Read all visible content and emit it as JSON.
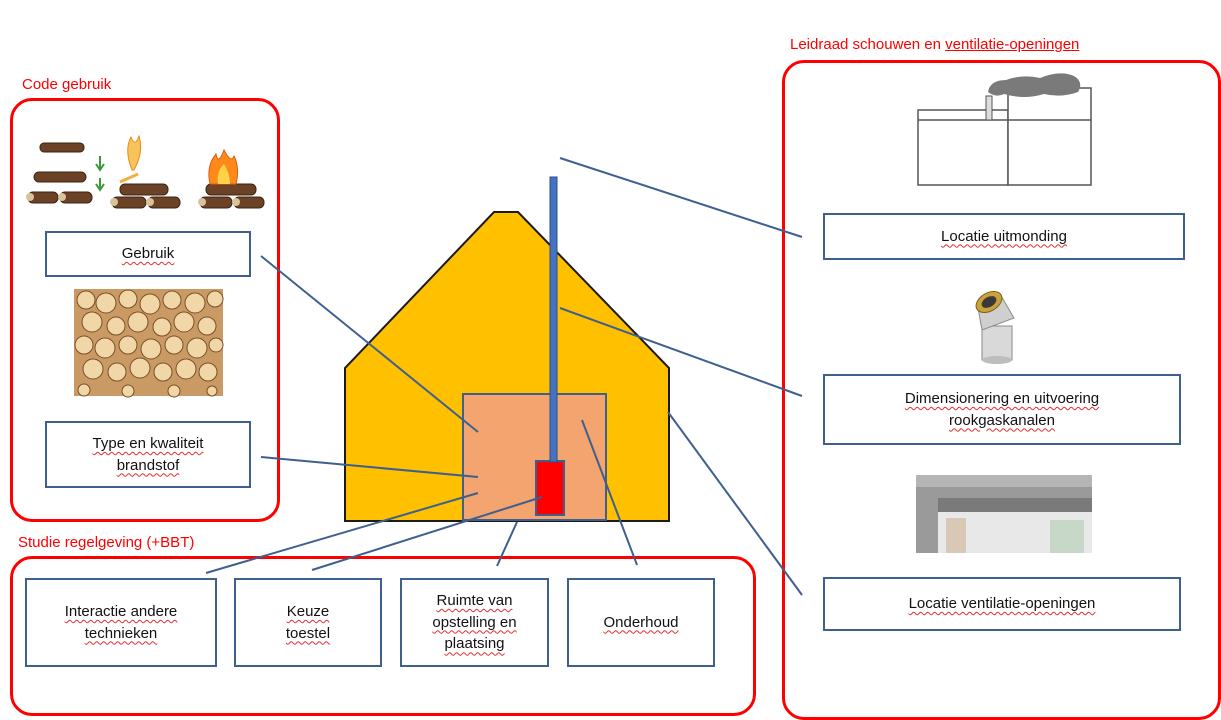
{
  "groups": {
    "code_gebruik": "Code gebruik",
    "studie_regelgeving": "Studie regelgeving (+BBT)",
    "leidraad_prefix": "Leidraad schouwen en ",
    "leidraad_suffix": "ventilatie-openingen"
  },
  "left_boxes": {
    "gebruik": "Gebruik",
    "type_line1": "Type en kwaliteit",
    "type_line2": "brandstof"
  },
  "bottom_boxes": {
    "interactie_line1": "Interactie andere",
    "interactie_line2": "technieken",
    "keuze_line1": "Keuze",
    "keuze_line2": "toestel",
    "ruimte_line1": "Ruimte van",
    "ruimte_line2": "opstelling en",
    "ruimte_line3": "plaatsing",
    "onderhoud": "Onderhoud"
  },
  "right_boxes": {
    "locatie_uitmonding": "Locatie uitmonding",
    "dim_line1": "Dimensionering en uitvoering",
    "dim_line2": "rookgaskanalen",
    "locatie_ventilatie": "Locatie ventilatie-openingen"
  },
  "colors": {
    "group_border": "#ff0000",
    "box_border": "#3f5f8f",
    "house_fill": "#ffc000",
    "room_fill": "#f4a46e",
    "stove_fill": "#ff0000",
    "chimney_fill": "#4472c4",
    "connector": "#3f5f8f"
  },
  "icons": [
    "firewood-stages-icon",
    "firewood-stack-image",
    "chimney-outlet-icon",
    "flue-elbow-icon",
    "ventilation-grille-image"
  ]
}
